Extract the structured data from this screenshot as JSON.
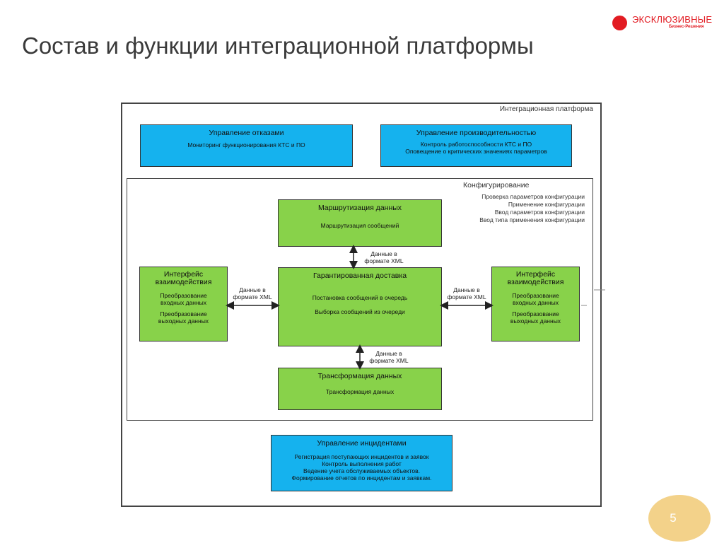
{
  "slide": {
    "title": "Состав и функции интеграционной платформы",
    "page_number": "5"
  },
  "logo": {
    "text": "ЭКСКЛЮЗИВНЫЕ",
    "subtext": "Бизнес-Решения"
  },
  "diagram": {
    "outer_label": "Интеграционная платформа",
    "failure_mgmt": {
      "title": "Управление отказами",
      "lines": [
        "Мониторинг функционирования КТС и ПО"
      ]
    },
    "performance_mgmt": {
      "title": "Управление производительностью",
      "lines": [
        "Контроль работоспособности КТС и ПО",
        "Оповещение о критических значениях параметров"
      ]
    },
    "configuration": {
      "title": "Конфигурирование",
      "lines": [
        "Проверка параметров конфигурации",
        "Применение конфигурации",
        "Ввод параметров конфигурации",
        "Ввод типа применения конфигурации"
      ]
    },
    "routing": {
      "title": "Маршрутизация данных",
      "lines": [
        "Маршрутизация сообщений"
      ]
    },
    "delivery": {
      "title": "Гарантированная доставка",
      "lines": [
        "Постановка сообщений в очередь",
        "Выборка сообщений из очереди"
      ]
    },
    "transformation": {
      "title": "Трансформация данных",
      "lines": [
        "Трансформация данных"
      ]
    },
    "interface_left": {
      "title_1": "Интерфейс",
      "title_2": "взаимодействия",
      "lines": [
        "Преобразование",
        "входных данных",
        "Преобразование",
        "выходных данных"
      ]
    },
    "interface_right": {
      "title_1": "Интерфейс",
      "title_2": "взаимодействия",
      "lines": [
        "Преобразование",
        "входных данных",
        "Преобразование",
        "выходных данных"
      ]
    },
    "incident_mgmt": {
      "title": "Управление инцидентами",
      "lines": [
        "Регистрация поступающих инцидентов и заявок",
        "Контроль выполнения работ",
        "Ведение учета обслуживаемых объектов.",
        "Формирование отчетов по инцидентам и заявкам."
      ]
    },
    "edge_label": {
      "line_1": "Данные в",
      "line_2": "формате XML"
    }
  },
  "colors": {
    "blue_box": "#15b2ee",
    "green_box": "#88d24a",
    "logo_red": "#e21b22",
    "page_badge": "#f3d28a"
  }
}
